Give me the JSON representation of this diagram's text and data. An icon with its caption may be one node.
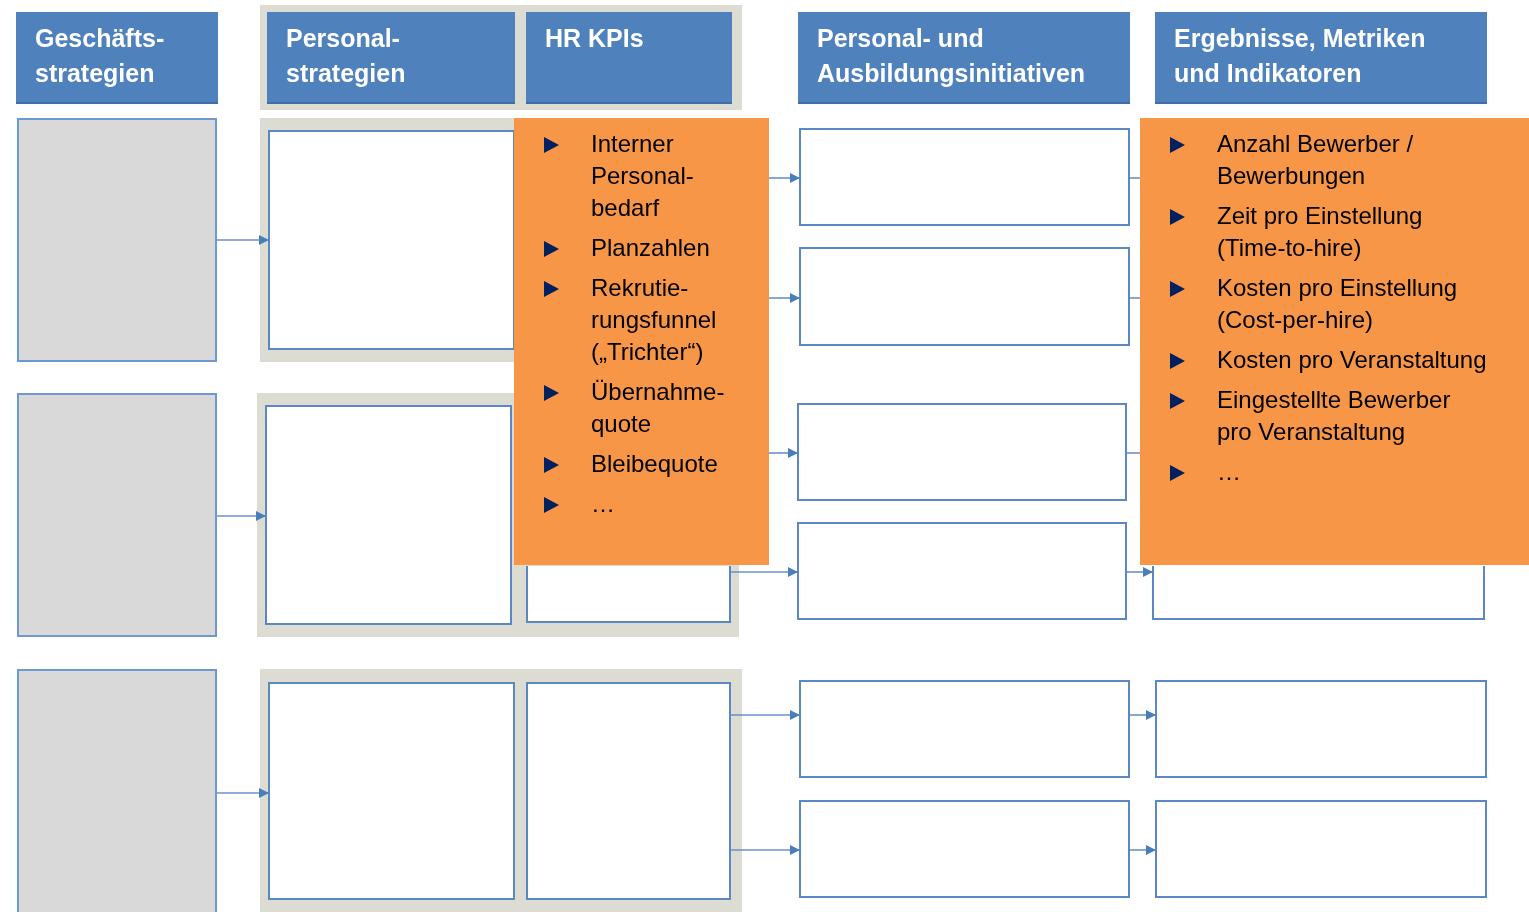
{
  "diagram": {
    "nodes": [
      {
        "text": [
          "Geschäfts- strategien"
        ]
      },
      {
        "text": [],
        "shape": "box"
      },
      {
        "text": [
          "Personal- strategien"
        ],
        "in": 1
      },
      {
        "text": [
          "HR KPIs"
        ],
        "in": 1
      },
      {
        "text": [
          "Personal- und Ausbildungsinitiativen"
        ]
      },
      {
        "text": [
          "Ergebnisse, Metriken und Indikatoren"
        ]
      },
      {
        "text": [],
        "shape": "box"
      },
      {
        "text": [],
        "shape": "box"
      },
      {
        "text": [],
        "shape": "box",
        "in": 7
      },
      {
        "text": [
          "Interner Personal- bedarf",
          "Planzahlen",
          "Rekrutie- rungsfunnel („Trichter“)",
          "Übernahme- quote",
          "Bleibequote",
          "…"
        ]
      },
      {
        "text": [],
        "shape": "box"
      },
      {
        "text": [],
        "shape": "box"
      },
      {
        "text": [
          "Anzahl Bewerber / Bewerbungen",
          "Zeit pro Einstellung (Time-to-hire)",
          "Kosten pro Einstellung (Cost-per-hire)",
          "Kosten pro Veranstaltung",
          "Eingestellte Bewerber pro Veranstaltung",
          "…"
        ]
      },
      {
        "text": [],
        "shape": "box"
      },
      {
        "text": [],
        "shape": "box"
      },
      {
        "text": [],
        "shape": "box",
        "in": 14
      },
      {
        "text": [],
        "shape": "box",
        "in": 14
      },
      {
        "text": [],
        "shape": "box"
      },
      {
        "text": [],
        "shape": "box"
      },
      {
        "text": [],
        "shape": "box"
      },
      {
        "text": [],
        "shape": "box"
      },
      {
        "text": [],
        "shape": "box"
      },
      {
        "text": [],
        "shape": "box",
        "in": 21
      },
      {
        "text": [],
        "shape": "box",
        "in": 21
      },
      {
        "text": [],
        "shape": "box"
      },
      {
        "text": [],
        "shape": "box"
      },
      {
        "text": [],
        "shape": "box"
      },
      {
        "text": [],
        "shape": "box"
      }
    ],
    "edges": [
      {
        "from": 6,
        "to": 8,
        "arrow": "to"
      },
      {
        "from": 13,
        "to": 15,
        "arrow": "to"
      },
      {
        "from": 20,
        "to": 22,
        "arrow": "to"
      },
      {
        "from": 9,
        "to": 10,
        "arrow": "to"
      },
      {
        "from": 9,
        "to": 11,
        "arrow": "to"
      },
      {
        "from": 9,
        "to": 17,
        "arrow": "to"
      },
      {
        "from": 16,
        "to": 18,
        "arrow": "to"
      },
      {
        "from": 10,
        "to": 12,
        "arrow": "none"
      },
      {
        "from": 11,
        "to": 12,
        "arrow": "none"
      },
      {
        "from": 17,
        "to": 12,
        "arrow": "none"
      },
      {
        "from": 18,
        "to": 19,
        "arrow": "to"
      },
      {
        "from": 23,
        "to": 24,
        "arrow": "to"
      },
      {
        "from": 23,
        "to": 25,
        "arrow": "to"
      },
      {
        "from": 24,
        "to": 26,
        "arrow": "to"
      },
      {
        "from": 25,
        "to": 27,
        "arrow": "to"
      }
    ]
  }
}
